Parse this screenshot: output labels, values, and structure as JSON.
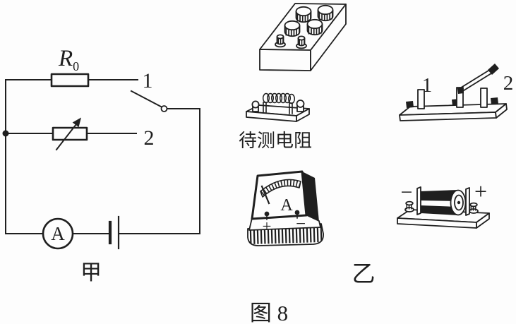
{
  "figure": {
    "caption": "图 8",
    "colors": {
      "ink": "#1f1f1f",
      "paper": "#fdfdfd"
    },
    "panel_jia": {
      "caption": "甲",
      "r0_symbol": "R",
      "r0_subscript": "0",
      "contact_1": "1",
      "contact_2": "2",
      "ammeter_symbol": "A"
    },
    "panel_yi": {
      "caption": "乙",
      "components": [
        "resistance-box",
        "test-resistor",
        "pointer-ammeter",
        "knife-switch",
        "battery-holder"
      ],
      "test_resistor_label": "待测电阻",
      "ammeter_dial_letter": "A",
      "ammeter_positive": "+",
      "ammeter_negative": "−",
      "switch_contact_1": "1",
      "switch_contact_2": "2",
      "battery_negative": "−",
      "battery_positive": "+"
    }
  }
}
